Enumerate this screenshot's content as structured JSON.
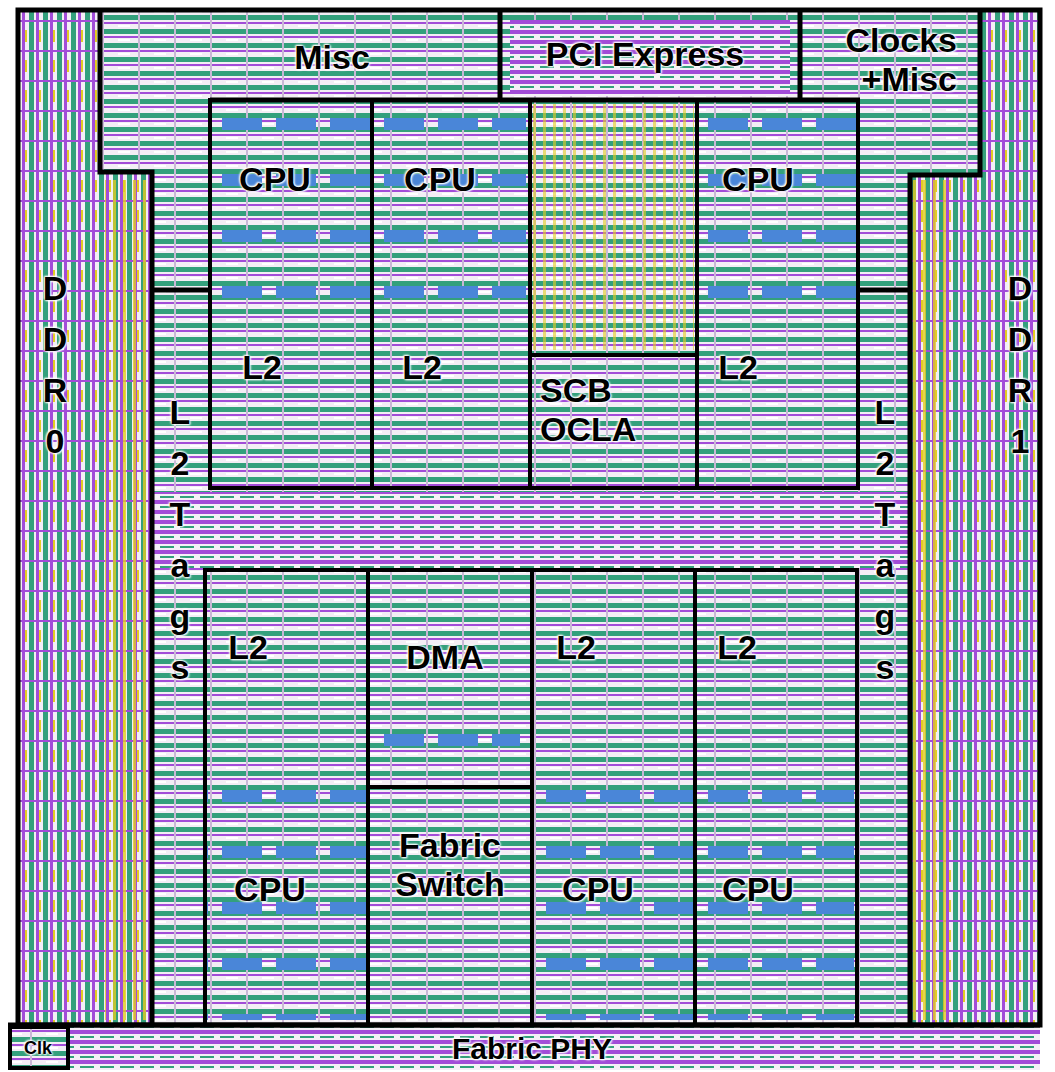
{
  "diagram": {
    "nodes": [
      {
        "text": [
          "Misc"
        ]
      },
      {
        "text": [
          "PCI Express"
        ]
      },
      {
        "text": [
          "Clocks +Misc"
        ]
      },
      {
        "text": [
          "DDR0"
        ]
      },
      {
        "text": [
          "L2 Tags"
        ]
      },
      {
        "text": [
          "CPU",
          "L2"
        ]
      },
      {
        "text": [
          "CPU",
          "L2"
        ]
      },
      {
        "text": [
          "SCB OCLA"
        ]
      },
      {
        "text": [
          "CPU",
          "L2"
        ]
      },
      {
        "text": [
          "L2 Tags"
        ]
      },
      {
        "text": [
          "DDR1"
        ]
      },
      {
        "text": [
          "L2",
          "CPU"
        ]
      },
      {
        "text": [
          "DMA"
        ]
      },
      {
        "text": [
          "Fabric Switch"
        ]
      },
      {
        "text": [
          "L2",
          "CPU"
        ]
      },
      {
        "text": [
          "L2",
          "CPU"
        ]
      },
      {
        "text": [
          "Clk"
        ]
      },
      {
        "text": [
          "Fabric PHY"
        ]
      }
    ]
  }
}
